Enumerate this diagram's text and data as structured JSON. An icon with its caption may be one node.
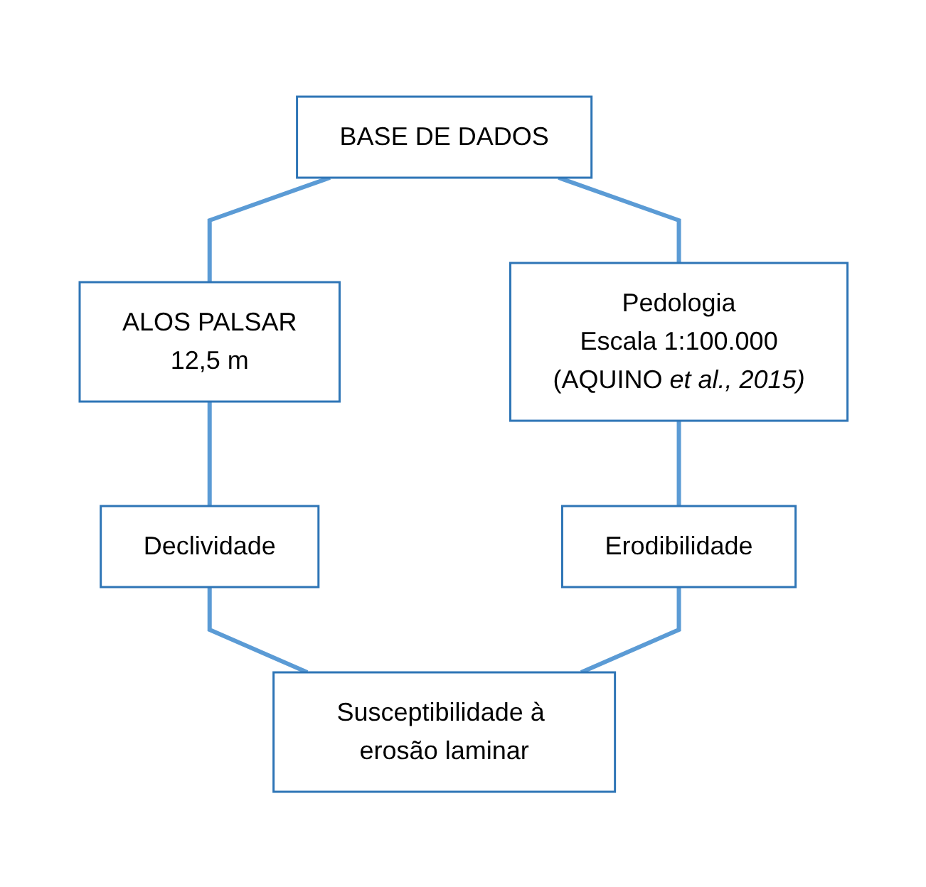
{
  "diagram": {
    "nodes": [
      {
        "text": [
          "BASE DE DADOS"
        ]
      },
      {
        "text": [
          "ALOS PALSAR",
          "12,5 m"
        ]
      },
      {
        "text": [
          "Pedologia",
          "Escala 1:100.000",
          "(AQUINO *et al., 2015)*"
        ]
      },
      {
        "text": [
          "Declividade"
        ]
      },
      {
        "text": [
          "Erodibilidade"
        ]
      },
      {
        "text": [
          "Susceptibilidade à erosão laminar"
        ]
      }
    ],
    "edges": [
      {
        "from": 0,
        "to": 1,
        "arrow": "none"
      },
      {
        "from": 0,
        "to": 2,
        "arrow": "none"
      },
      {
        "from": 1,
        "to": 3,
        "arrow": "none"
      },
      {
        "from": 2,
        "to": 4,
        "arrow": "none"
      },
      {
        "from": 3,
        "to": 5,
        "arrow": "none"
      },
      {
        "from": 4,
        "to": 5,
        "arrow": "none"
      }
    ]
  }
}
